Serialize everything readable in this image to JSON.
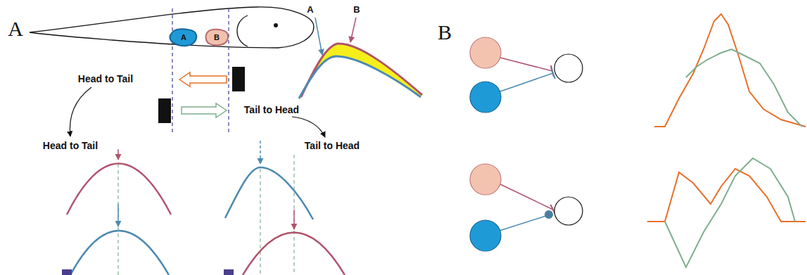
{
  "diagram": {
    "nodes": [
      {
        "text": [
          "A"
        ]
      },
      {
        "text": [
          "B"
        ]
      }
    ],
    "labels": [
      "A",
      "A",
      "B",
      "Head to Tail",
      "Tail to Head",
      "Head to Tail",
      "Tail to Head",
      "B"
    ]
  }
}
